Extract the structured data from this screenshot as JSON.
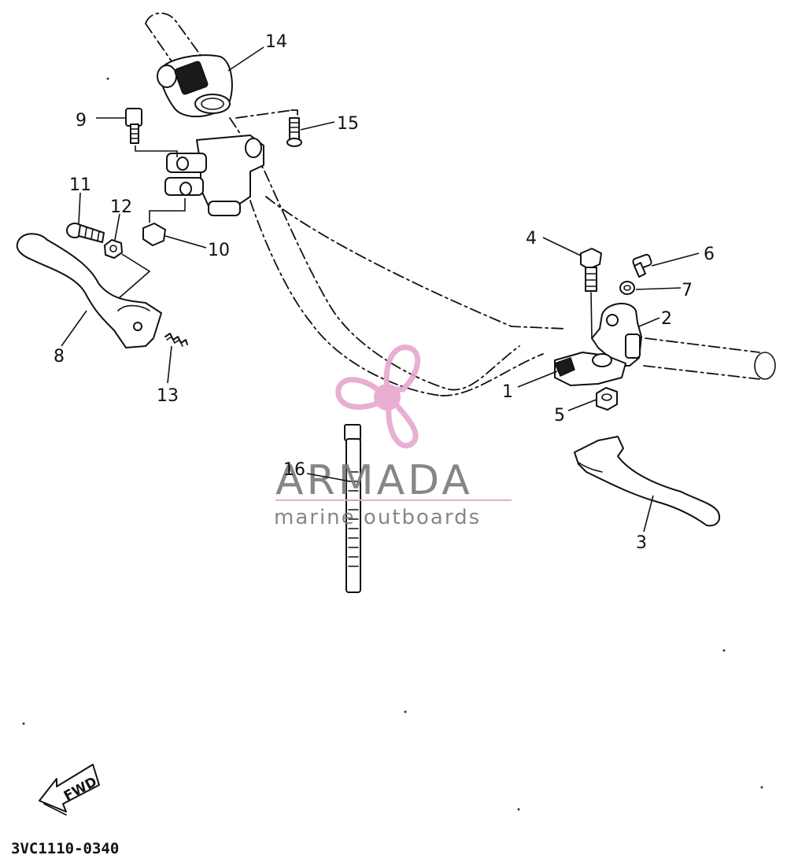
{
  "diagram": {
    "code": "3VC1110-0340",
    "direction_label": "FWD",
    "watermark": {
      "brand": "ARMADA",
      "tagline": "marine outboards",
      "icon": "propeller-logo-icon",
      "color": "#e6a7cf"
    },
    "callouts": [
      "1",
      "2",
      "3",
      "4",
      "5",
      "6",
      "7",
      "8",
      "9",
      "10",
      "11",
      "12",
      "13",
      "14",
      "15",
      "16"
    ]
  }
}
